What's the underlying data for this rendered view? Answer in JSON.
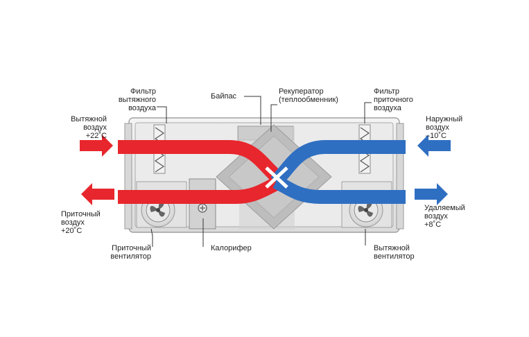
{
  "labels": {
    "exhaust_air": "Вытяжной\nвоздух\n+22˚С",
    "supply_air": "Приточный\nвоздух\n+20˚С",
    "outdoor_air": "Наружный\nвоздух\n–10˚С",
    "removed_air": "Удаляемый\nвоздух\n+8˚С",
    "exhaust_filter": "Фильтр\nвытяжного\nвоздуха",
    "bypass": "Байпас",
    "recuperator": "Рекуператор\n(теплообменник)",
    "supply_filter": "Фильтр\nприточного\nвоздуха",
    "supply_fan": "Приточный\nвентилятор",
    "heater": "Калорифер",
    "exhaust_fan": "Вытяжной\nвентилятор"
  },
  "colors": {
    "warm_flow": "#e8262d",
    "cold_flow": "#2f6fc2",
    "casing": "#e9e9e9",
    "casing_border": "#8f8f8f",
    "leader_line": "#333333"
  },
  "icons": {
    "supply_fan": "fan-icon",
    "exhaust_fan": "fan-icon",
    "heater": "heater-icon",
    "filters": "filter-icon",
    "arrows": "arrow-icon"
  }
}
